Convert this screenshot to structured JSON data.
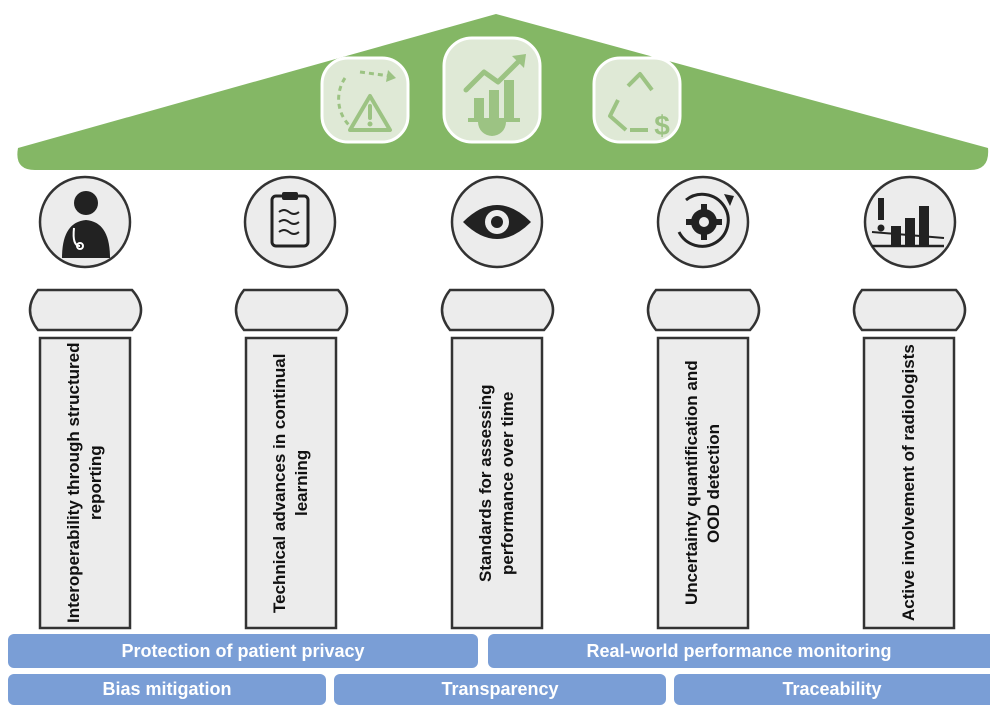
{
  "pillars": [
    {
      "label": "Interoperability through structured reporting",
      "icon": "doctor-icon"
    },
    {
      "label": "Technical advances in continual learning",
      "icon": "clipboard-icon"
    },
    {
      "label": "Standards for assessing performance over time",
      "icon": "eye-icon"
    },
    {
      "label": "Uncertainty quantification and OOD detection",
      "icon": "gear-cycle-icon"
    },
    {
      "label": "Active involvement of radiologists",
      "icon": "alert-chart-icon"
    }
  ],
  "roof_icons": [
    "warning-cycle-icon",
    "growth-chart-gear-icon",
    "recycle-dollar-icon"
  ],
  "foundation": {
    "row1": [
      "Protection of patient privacy",
      "Real-world performance monitoring"
    ],
    "row2": [
      "Bias mitigation",
      "Transparency",
      "Traceability"
    ]
  },
  "colors": {
    "roof": "#84b765",
    "roof_icon_bg": "#dfe9d6",
    "roof_icon_fg": "#9cc383",
    "pillar_fill": "#ececec",
    "outline": "#333333",
    "foundation": "#7a9ed6"
  }
}
